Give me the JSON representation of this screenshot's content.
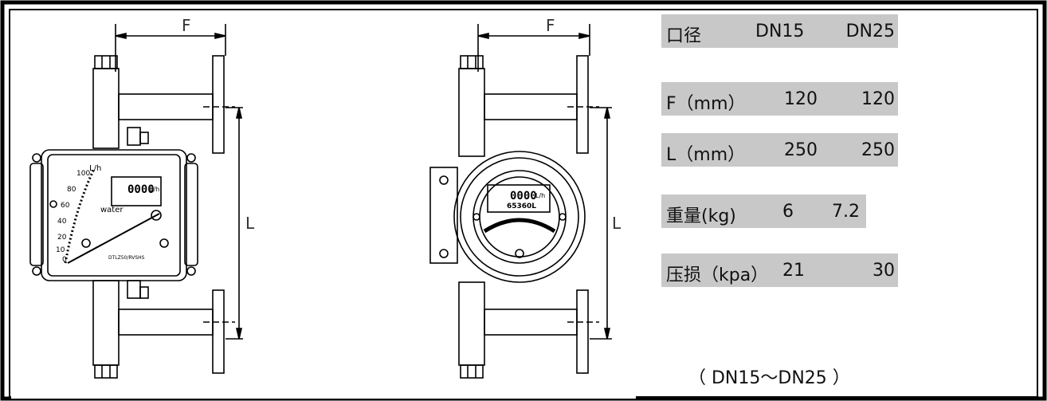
{
  "drawing": {
    "dim_f": "F",
    "dim_l": "L"
  },
  "meter_front": {
    "scale_labels": [
      "100",
      "80",
      "60",
      "40",
      "20",
      "10",
      "0"
    ],
    "unit": "L/h",
    "fluid": "water",
    "display_value": "0000",
    "display_unit": "L/h",
    "model": "DTLZ50/RVSHS"
  },
  "meter_side": {
    "display_value": "0000",
    "display_unit": "L/h",
    "totalizer": "65360L"
  },
  "specs": {
    "rows": [
      {
        "label": "口径",
        "v1": "DN15",
        "v2": "DN25"
      },
      {
        "label": "F（mm）",
        "v1": "120",
        "v2": "120"
      },
      {
        "label": "L（mm）",
        "v1": "250",
        "v2": "250"
      },
      {
        "label": "重量(kg)",
        "v1": "6",
        "v2": "7.2"
      },
      {
        "label": "压损（kpa）",
        "v1": "21",
        "v2": "30"
      }
    ],
    "note": "（ DN15～DN25 ）"
  }
}
